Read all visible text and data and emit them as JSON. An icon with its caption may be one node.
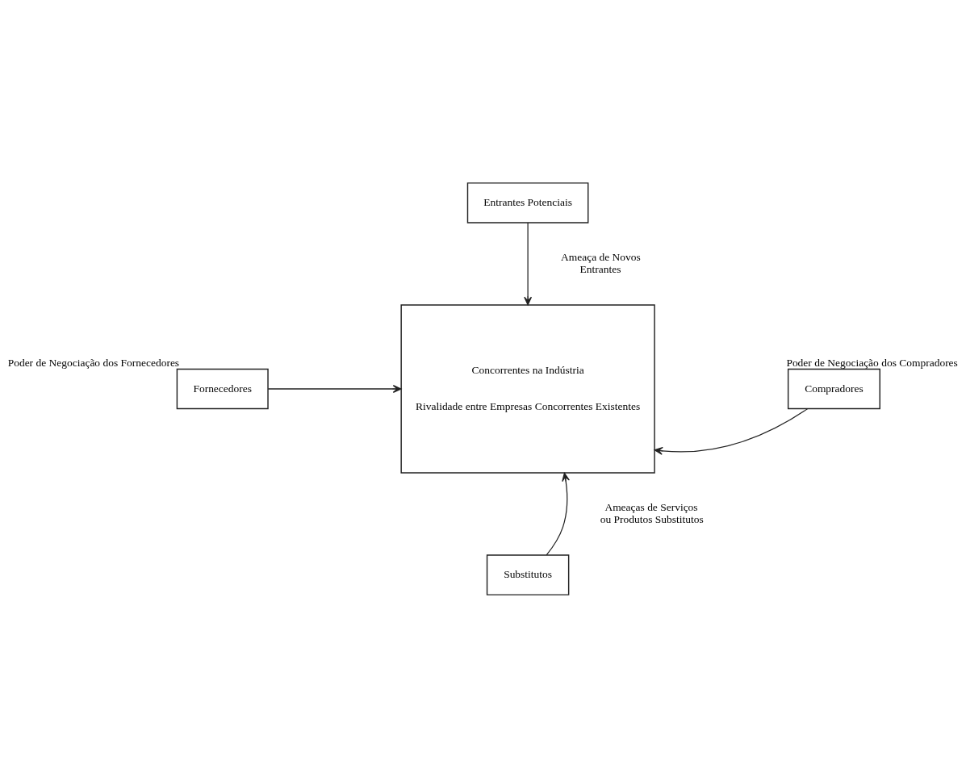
{
  "diagram": {
    "nodes": [
      {
        "text": [
          "Entrantes Potenciais"
        ]
      },
      {
        "text": [
          "Concorrentes na Indústria",
          "Rivalidade entre Empresas Concorrentes Existentes"
        ]
      },
      {
        "text": [
          "Fornecedores"
        ],
        "beside": [
          "Poder de Negociação dos Fornecedores"
        ]
      },
      {
        "text": [
          "Compradores"
        ],
        "beside": [
          "Poder de Negociação dos Compradores"
        ]
      },
      {
        "text": [
          "Substitutos"
        ]
      }
    ],
    "edges": [
      {
        "from": 0,
        "to": 1,
        "arrow": "to",
        "label": "Ameaça de Novos Entrantes"
      },
      {
        "from": 2,
        "to": 1,
        "arrow": "to"
      },
      {
        "from": 3,
        "to": 1,
        "arrow": "to"
      },
      {
        "from": 4,
        "to": 1,
        "arrow": "to",
        "label": "Ameaças de Serviços ou Produtos Substitutos"
      }
    ]
  }
}
